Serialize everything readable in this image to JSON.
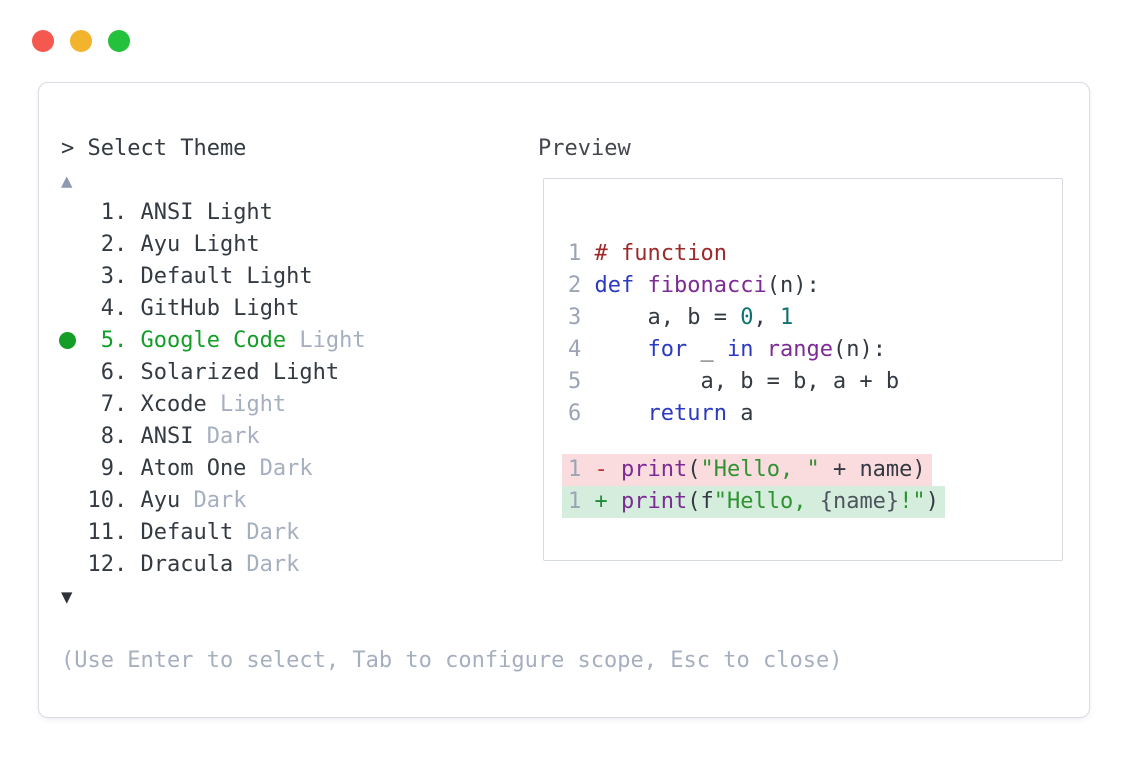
{
  "window": {
    "controls": [
      {
        "name": "close",
        "color": "#f5584e"
      },
      {
        "name": "minimize",
        "color": "#f2b32d"
      },
      {
        "name": "zoom",
        "color": "#24c13c"
      }
    ]
  },
  "picker": {
    "prompt": "> Select Theme",
    "scroll_up_icon": "▲",
    "scroll_down_icon": "▼",
    "items": [
      {
        "number": "1.",
        "name": "ANSI",
        "suffix": "Light",
        "suffix_muted": false,
        "selected": false
      },
      {
        "number": "2.",
        "name": "Ayu",
        "suffix": "Light",
        "suffix_muted": false,
        "selected": false
      },
      {
        "number": "3.",
        "name": "Default",
        "suffix": "Light",
        "suffix_muted": false,
        "selected": false
      },
      {
        "number": "4.",
        "name": "GitHub",
        "suffix": "Light",
        "suffix_muted": false,
        "selected": false
      },
      {
        "number": "5.",
        "name": "Google Code",
        "suffix": "Light",
        "suffix_muted": true,
        "selected": true
      },
      {
        "number": "6.",
        "name": "Solarized",
        "suffix": "Light",
        "suffix_muted": false,
        "selected": false
      },
      {
        "number": "7.",
        "name": "Xcode",
        "suffix": "Light",
        "suffix_muted": true,
        "selected": false
      },
      {
        "number": "8.",
        "name": "ANSI",
        "suffix": "Dark",
        "suffix_muted": true,
        "selected": false
      },
      {
        "number": "9.",
        "name": "Atom One",
        "suffix": "Dark",
        "suffix_muted": true,
        "selected": false
      },
      {
        "number": "10.",
        "name": "Ayu",
        "suffix": "Dark",
        "suffix_muted": true,
        "selected": false
      },
      {
        "number": "11.",
        "name": "Default",
        "suffix": "Dark",
        "suffix_muted": true,
        "selected": false
      },
      {
        "number": "12.",
        "name": "Dracula",
        "suffix": "Dark",
        "suffix_muted": true,
        "selected": false
      }
    ],
    "help_text": "(Use Enter to select, Tab to configure scope, Esc to close)"
  },
  "preview": {
    "label": "Preview",
    "code_lines": [
      {
        "tokens": [
          [
            "ln",
            "1 "
          ],
          [
            "cm",
            "# function"
          ]
        ]
      },
      {
        "tokens": [
          [
            "ln",
            "2 "
          ],
          [
            "kw",
            "def"
          ],
          [
            "pl",
            " "
          ],
          [
            "fn",
            "fibonacci"
          ],
          [
            "pl",
            "(n):"
          ]
        ]
      },
      {
        "tokens": [
          [
            "ln",
            "3 "
          ],
          [
            "pl",
            "    a, b = "
          ],
          [
            "num",
            "0"
          ],
          [
            "pl",
            ", "
          ],
          [
            "num",
            "1"
          ]
        ]
      },
      {
        "tokens": [
          [
            "ln",
            "4 "
          ],
          [
            "pl",
            "    "
          ],
          [
            "kw",
            "for"
          ],
          [
            "pl",
            " _ "
          ],
          [
            "kw",
            "in"
          ],
          [
            "pl",
            " "
          ],
          [
            "fn",
            "range"
          ],
          [
            "pl",
            "(n):"
          ]
        ]
      },
      {
        "tokens": [
          [
            "ln",
            "5 "
          ],
          [
            "pl",
            "        a, b = b, a + b"
          ]
        ]
      },
      {
        "tokens": [
          [
            "ln",
            "6 "
          ],
          [
            "pl",
            "    "
          ],
          [
            "kw",
            "return"
          ],
          [
            "pl",
            " a"
          ]
        ]
      }
    ],
    "diff_lines": [
      {
        "bg": "#fadcdf",
        "tokens": [
          [
            "ln",
            "1 "
          ],
          [
            "minus",
            "- "
          ],
          [
            "fn",
            "print"
          ],
          [
            "pl",
            "("
          ],
          [
            "str",
            "\"Hello, \""
          ],
          [
            "pl",
            " + name)"
          ]
        ]
      },
      {
        "bg": "#d5eddd",
        "tokens": [
          [
            "ln",
            "1 "
          ],
          [
            "plus",
            "+ "
          ],
          [
            "fn",
            "print"
          ],
          [
            "pl",
            "(f"
          ],
          [
            "str",
            "\"Hello, "
          ],
          [
            "sub",
            "{name}"
          ],
          [
            "str",
            "!\""
          ],
          [
            "pl",
            ")"
          ]
        ]
      }
    ]
  },
  "colors": {
    "selection_green": "#149e27",
    "muted_text": "#a6afc0",
    "primary_text": "#343a41",
    "comment": "#9c2a2a",
    "keyword": "#2b3ac0",
    "function": "#7d2b94",
    "number": "#0d7272",
    "string": "#2f9331",
    "diff_del_bg": "#fadcdf",
    "diff_add_bg": "#d5eddd",
    "diff_minus": "#c23636",
    "diff_plus": "#1e8c3a"
  }
}
